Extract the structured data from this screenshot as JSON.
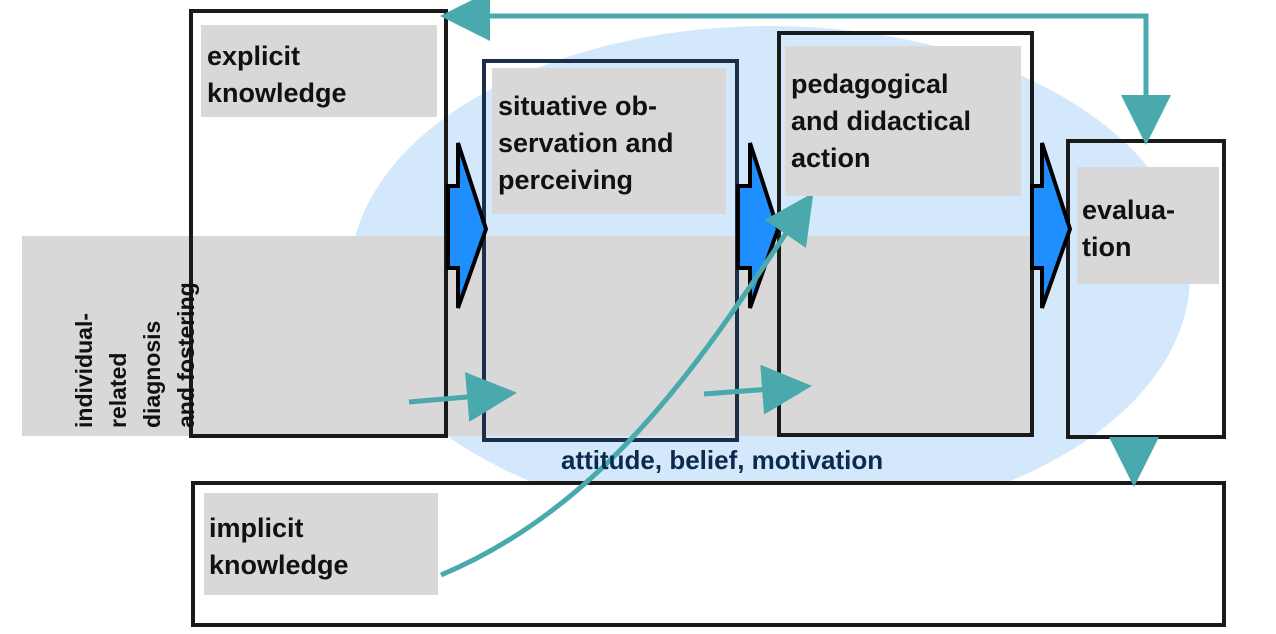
{
  "labels": {
    "explicit_knowledge": [
      "explicit",
      "knowledge"
    ],
    "situative_observation": [
      "situative ob-",
      "servation and",
      "perceiving"
    ],
    "pedagogical_action": [
      "pedagogical",
      "and didactical",
      "action"
    ],
    "evaluation": [
      "evalua-",
      "tion"
    ],
    "implicit_knowledge": [
      "implicit",
      "knowledge"
    ],
    "individual_related": [
      "individual-",
      "related",
      "diagnosis",
      "and fostering"
    ],
    "attitude": "attitude, belief, motivation"
  },
  "colors": {
    "ellipse": "#d3e9fb",
    "gray_band": "#d8d8d8",
    "box_border": "#1a1a1a",
    "teal_arrow": "#4aa9ad",
    "blue_chevron": "#1f8fff",
    "attitude_text": "#0c2a4e"
  }
}
